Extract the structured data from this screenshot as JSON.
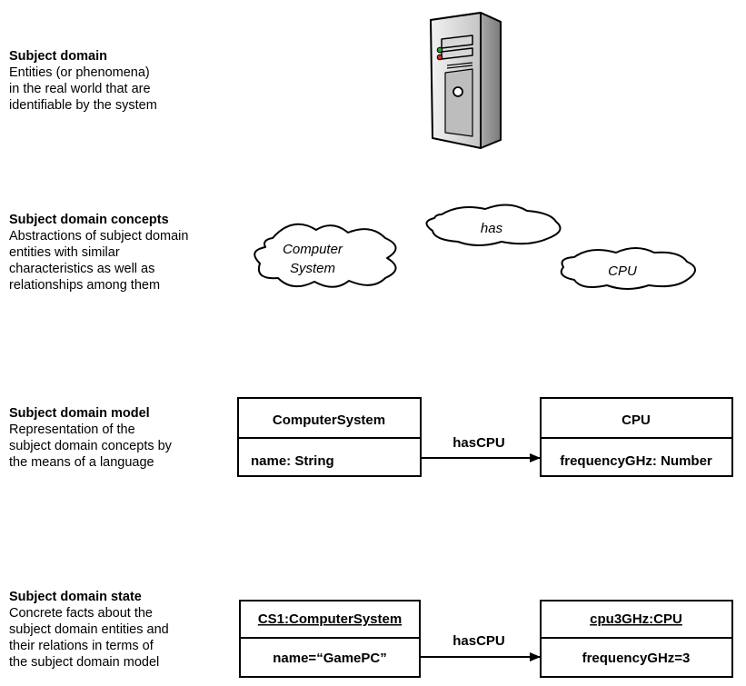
{
  "sections": [
    {
      "title": "Subject domain",
      "body": "Entities (or phenomena)\nin the real world that are\nidentifiable by the system"
    },
    {
      "title": "Subject domain concepts",
      "body": "Abstractions of subject domain\nentities with similar\ncharacteristics as well as\nrelationships among them"
    },
    {
      "title": "Subject domain model",
      "body": "Representation of the\nsubject domain concepts by\nthe means of a language"
    },
    {
      "title": "Subject domain state",
      "body": "Concrete facts about the\nsubject domain entities and\ntheir relations in terms of\nthe subject domain model"
    }
  ],
  "server_icon": "computer-tower-icon",
  "concepts": {
    "computer_system": [
      "Computer",
      "System"
    ],
    "has": "has",
    "cpu": "CPU"
  },
  "model": {
    "left_class": {
      "name": "ComputerSystem",
      "attribute": "name: String"
    },
    "association": "hasCPU",
    "right_class": {
      "name": "CPU",
      "attribute": "frequencyGHz: Number"
    }
  },
  "state": {
    "left_object": {
      "name": "CS1:ComputerSystem",
      "attribute": "name=“GamePC”"
    },
    "association": "hasCPU",
    "right_object": {
      "name": "cpu3GHz:CPU",
      "attribute": "frequencyGHz=3"
    }
  },
  "colors": {
    "case_light": "#cfcfcf",
    "case_dark": "#8c8c8c",
    "led_green": "#2a9d2a",
    "led_red": "#d22a2a"
  }
}
